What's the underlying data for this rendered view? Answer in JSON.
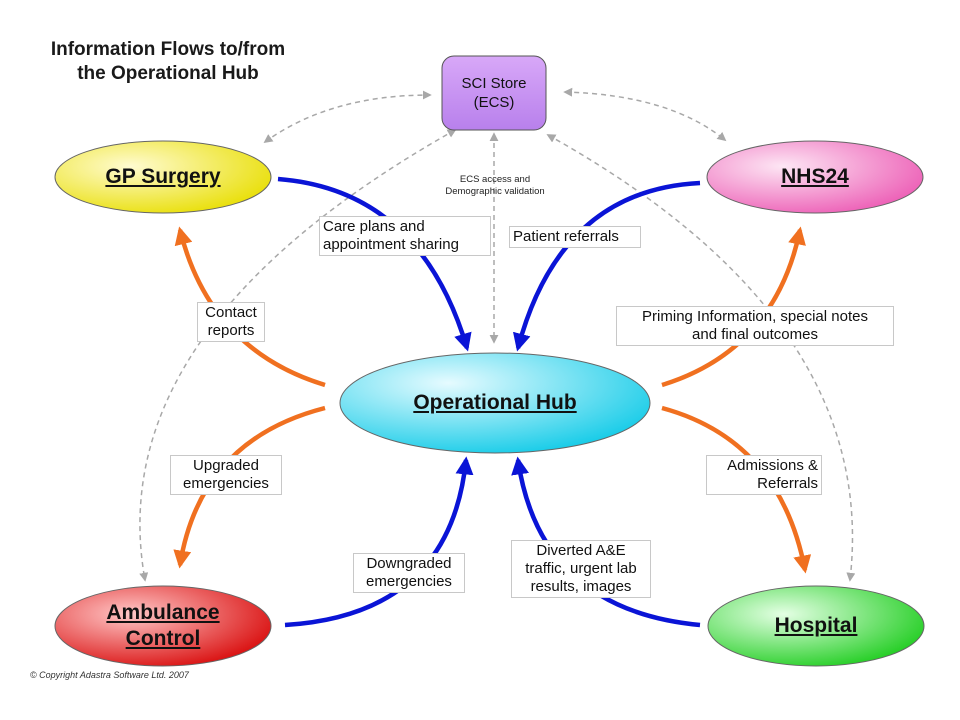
{
  "title": "Information Flows to/from\nthe Operational Hub",
  "copyright": "© Copyright Adastra Software Ltd. 2007",
  "nodes": {
    "sci_store": "SCI Store\n(ECS)",
    "gp_surgery": "GP Surgery",
    "nhs24": "NHS24",
    "operational_hub": "Operational Hub",
    "ambulance_control": "Ambulance\nControl",
    "hospital": "Hospital"
  },
  "ecs_note": "ECS access and\nDemographic validation",
  "flows": {
    "care_plans": "Care plans and\nappointment sharing",
    "patient_referrals": "Patient referrals",
    "contact_reports": "Contact\nreports",
    "priming": "Priming Information, special notes\nand final outcomes",
    "upgraded": "Upgraded\nemergencies",
    "admissions": "Admissions &\nReferrals",
    "downgraded": "Downgraded\nemergencies",
    "diverted": "Diverted A&E\ntraffic, urgent lab\nresults, images"
  },
  "colors": {
    "blue_arrow": "#0a14d6",
    "orange_arrow": "#f07020",
    "dashed_arrow": "#a8a8a8",
    "gp_surgery": "#f0ea10",
    "nhs24": "#f078c0",
    "operational_hub": "#30d8f0",
    "ambulance_control": "#e01818",
    "hospital": "#30d830",
    "sci_store": "#c890f0"
  }
}
